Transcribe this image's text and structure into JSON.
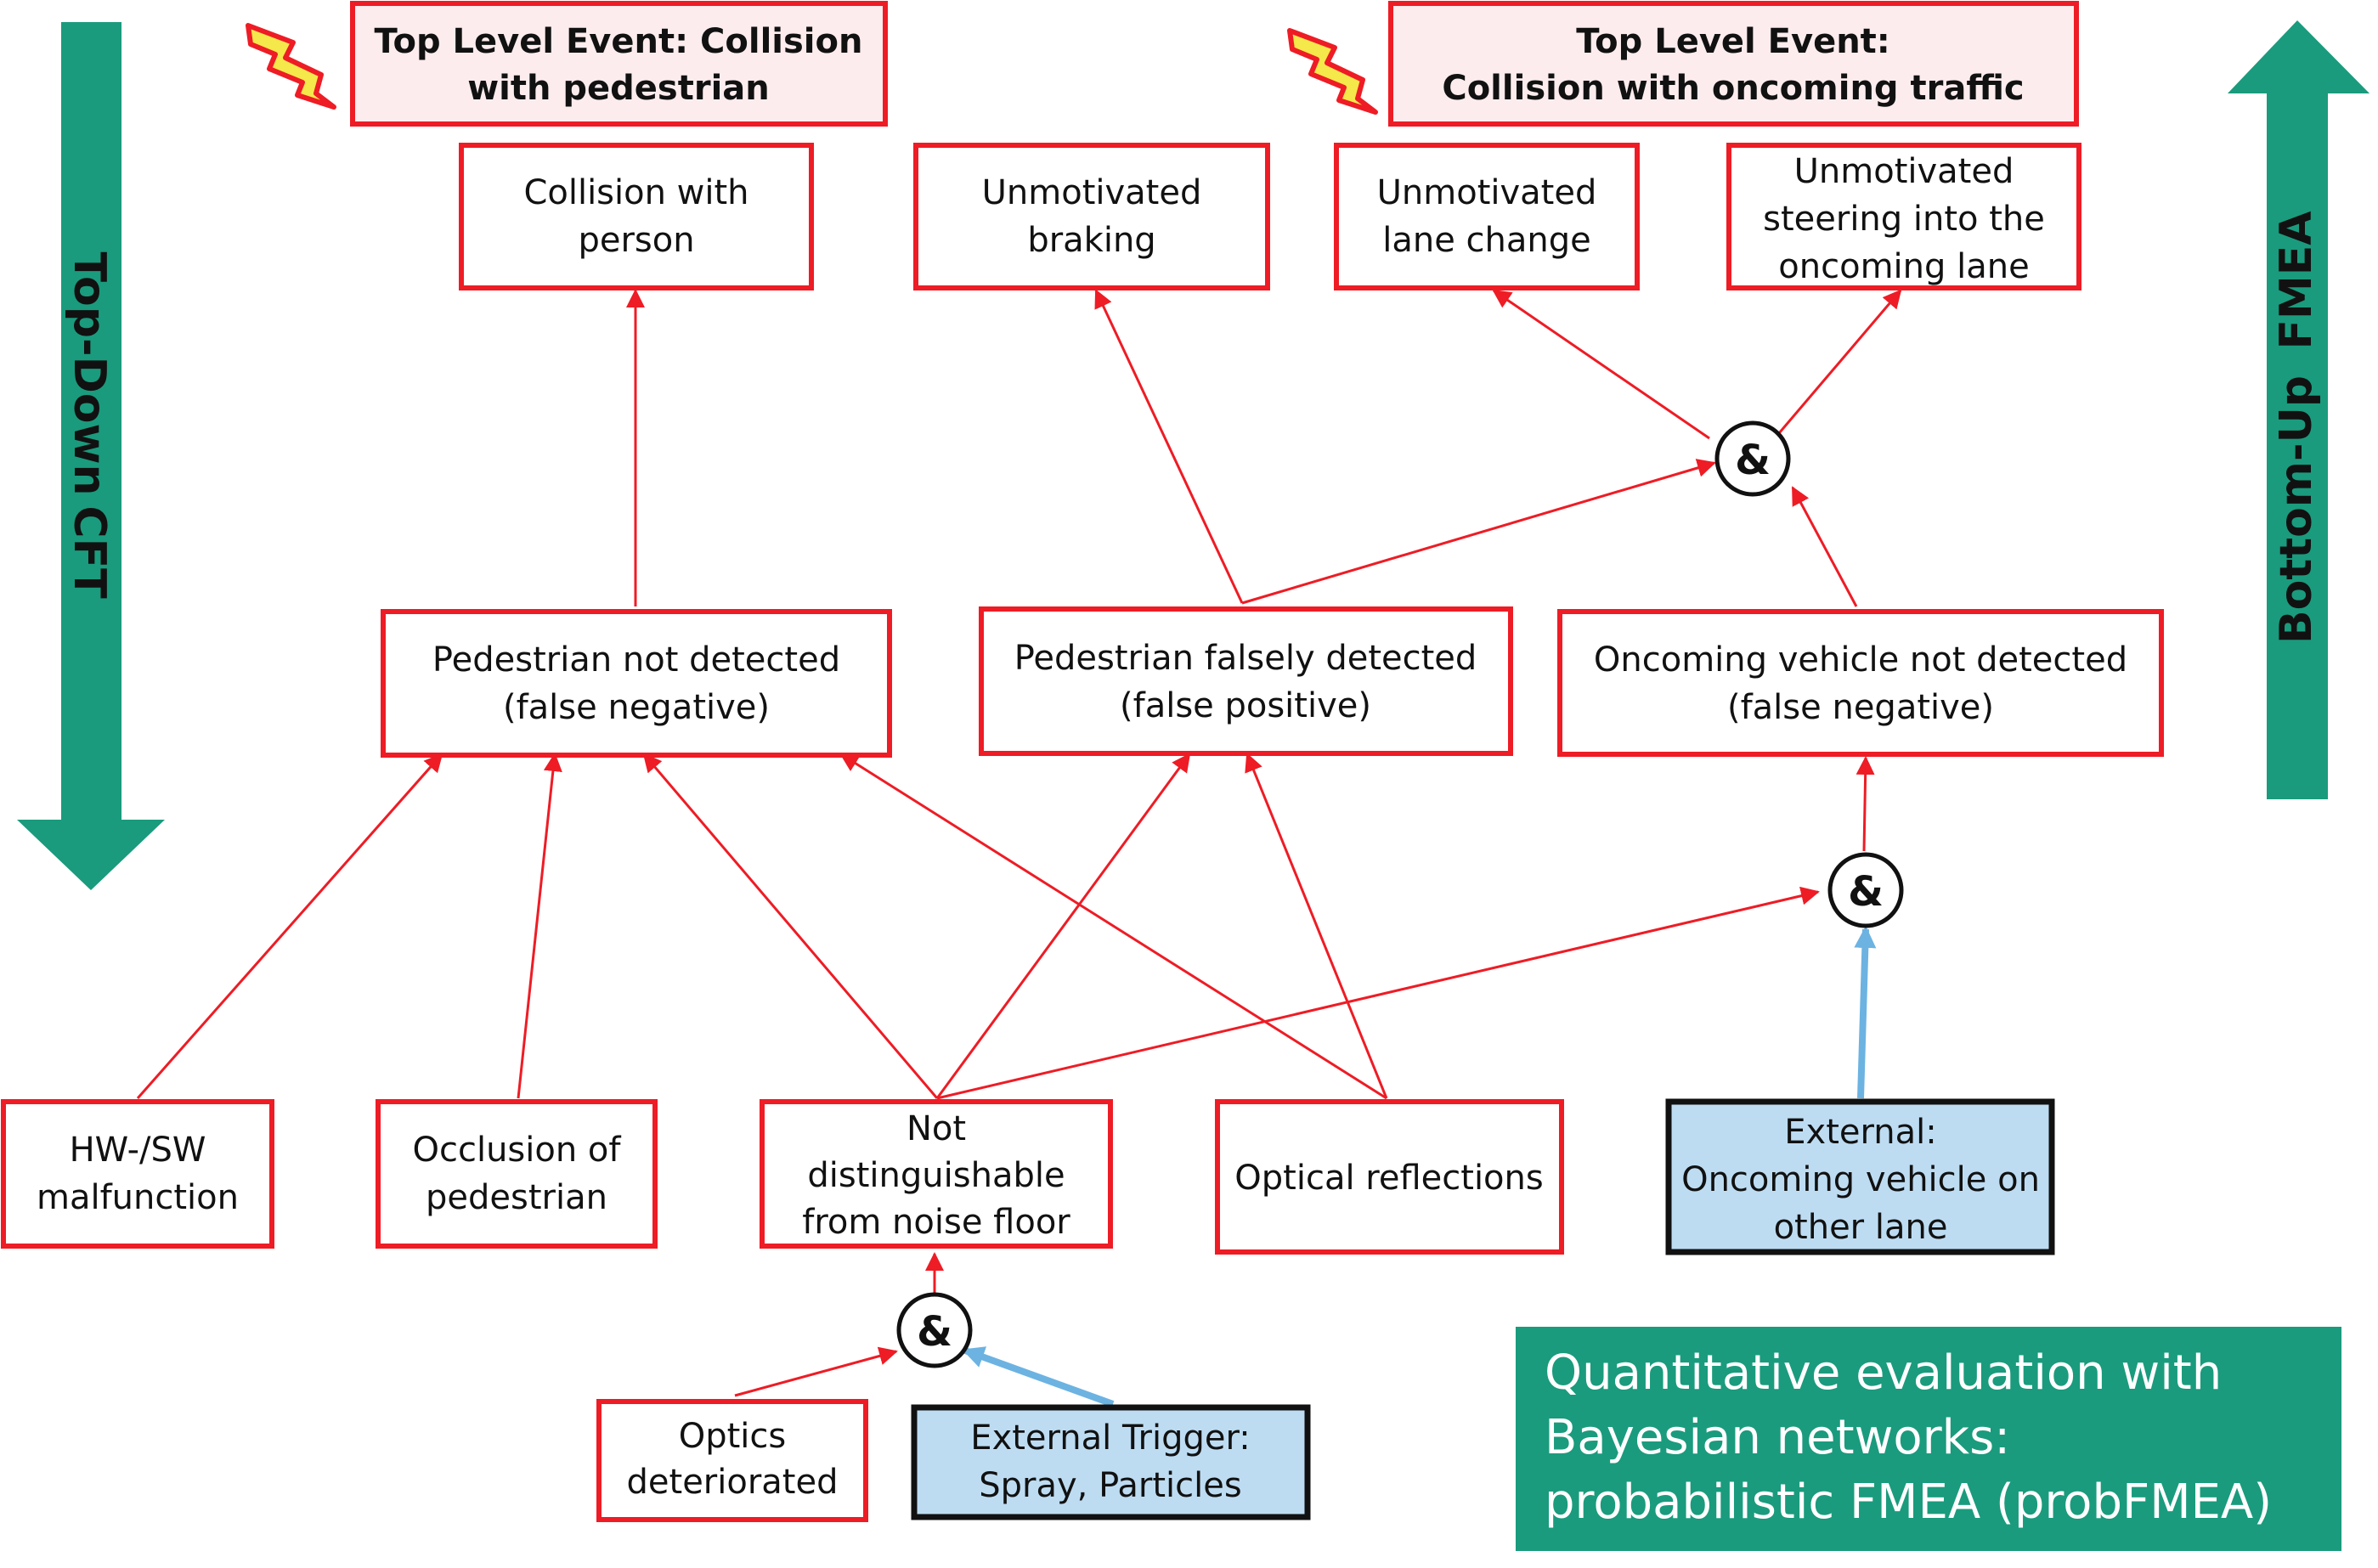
{
  "colors": {
    "red": "#ee1c25",
    "green": "#1a9b7d",
    "blue_fill": "#bddcf2",
    "blue_edge": "#6cb3e2",
    "top_fill": "#fcecee",
    "lightning": "#f5e84a"
  },
  "arrows": {
    "left_text_a": "Top-Down",
    "left_text_b": "CFT",
    "right_text_a": "Bottom-Up",
    "right_text_b": "FMEA"
  },
  "top_events": {
    "pedestrian": [
      "Top Level Event: Collision",
      "with pedestrian"
    ],
    "traffic": [
      "Top Level Event:",
      "Collision with oncoming traffic"
    ]
  },
  "effects": {
    "collision_person": [
      "Collision with",
      "person"
    ],
    "braking": [
      "Unmotivated",
      "braking"
    ],
    "lane_change": [
      "Unmotivated",
      "lane change"
    ],
    "steering": [
      "Unmotivated",
      "steering into the",
      "oncoming lane"
    ]
  },
  "failures": {
    "ped_not_detected": [
      "Pedestrian not detected",
      "(false negative)"
    ],
    "ped_falsely_detected": [
      "Pedestrian falsely detected",
      "(false positive)"
    ],
    "vehicle_not_detected": [
      "Oncoming vehicle not detected",
      "(false negative)"
    ]
  },
  "causes": {
    "hwsw": [
      "HW-/SW",
      "malfunction"
    ],
    "occlusion": [
      "Occlusion of",
      "pedestrian"
    ],
    "noise": [
      "Not",
      "distinguishable",
      "from noise floor"
    ],
    "reflections": [
      "Optical reflections"
    ],
    "external_vehicle": [
      "External:",
      "Oncoming vehicle on",
      "other lane"
    ],
    "optics": [
      "Optics",
      "deteriorated"
    ],
    "external_trigger": [
      "External Trigger:",
      "Spray, Particles"
    ]
  },
  "gate_symbol": "&",
  "note": [
    "Quantitative evaluation with",
    "Bayesian networks:",
    "probabilistic FMEA (probFMEA)"
  ]
}
